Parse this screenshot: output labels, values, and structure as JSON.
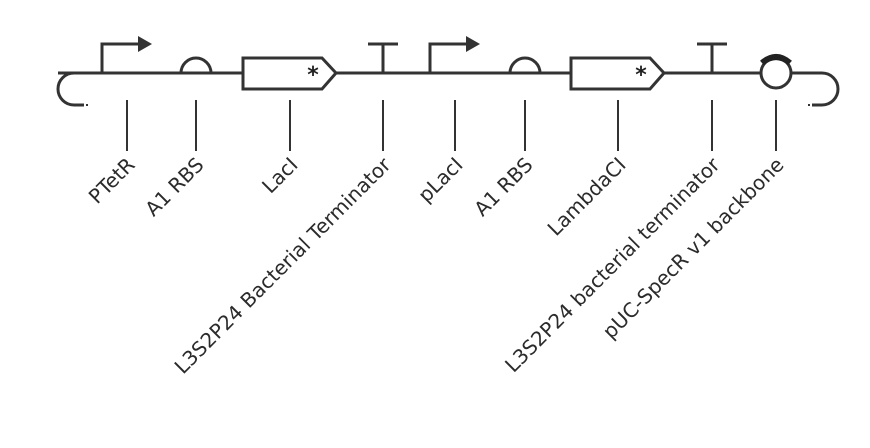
{
  "construct": {
    "parts": [
      {
        "type": "promoter",
        "label": "PTetR"
      },
      {
        "type": "rbs",
        "label": "A1 RBS"
      },
      {
        "type": "cds",
        "label": "LacI"
      },
      {
        "type": "terminator",
        "label": "L3S2P24 Bacterial Terminator"
      },
      {
        "type": "promoter",
        "label": "pLacI"
      },
      {
        "type": "rbs",
        "label": "A1 RBS"
      },
      {
        "type": "cds",
        "label": "LambdaCI"
      },
      {
        "type": "terminator",
        "label": "L3S2P24 bacterial terminator"
      },
      {
        "type": "origin",
        "label": "pUC-SpecR v1 backbone"
      }
    ]
  },
  "colors": {
    "stroke": "#333333",
    "text": "#2b2b2b",
    "background": "#ffffff"
  }
}
